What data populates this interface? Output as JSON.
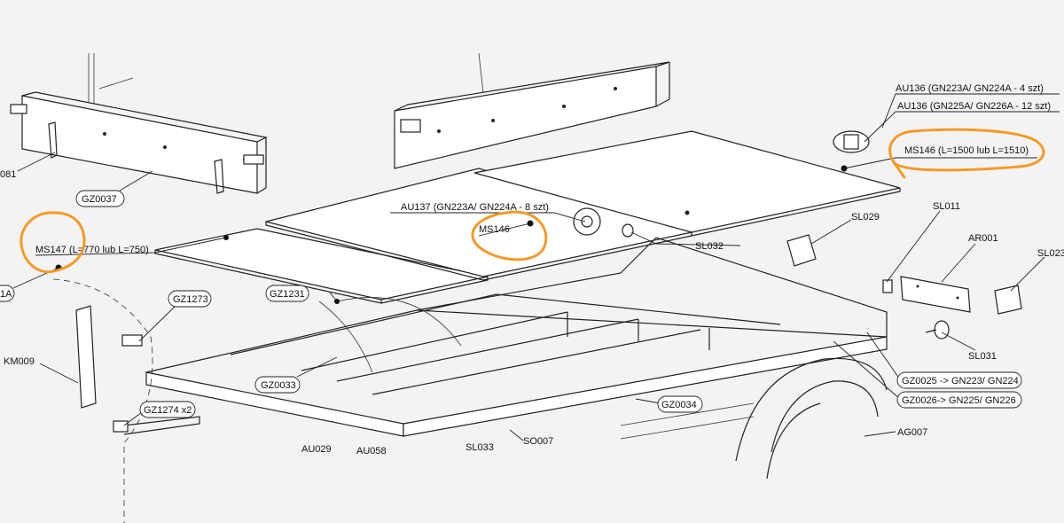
{
  "highlight_color": "#f39a2a",
  "labels": {
    "au136_a": "AU136 (GN223A/ GN224A - 4 szt)",
    "au136_b": "AU136 (GN225A/ GN226A - 12 szt)",
    "ms146_long": "MS146 (L=1500 lub L=1510)",
    "au137": "AU137 (GN223A/ GN224A - 8 szt)",
    "ms146": "MS146",
    "ms147": "MS147 (L=770 lub L=750)",
    "gz0037": "GZ0037",
    "gz1273": "GZ1273",
    "gz1231": "GZ1231",
    "gz0033": "GZ0033",
    "gz1274": "GZ1274 x2",
    "gz0034": "GZ0034",
    "km009": "KM009",
    "sl029": "SL029",
    "sl011": "SL011",
    "ar001": "AR001",
    "sl023": "SL023",
    "sl032": "SL032",
    "sl031": "SL031",
    "sl033": "SL033",
    "so007": "SO007",
    "gz0025": "GZ0025 -> GN223/ GN224",
    "gz0026": "GZ0026-> GN225/ GN226",
    "ag007": "AG007",
    "au029": "AU029",
    "cut_081": "081",
    "cut_1a": "1A",
    "cut_au058": "AU058"
  }
}
